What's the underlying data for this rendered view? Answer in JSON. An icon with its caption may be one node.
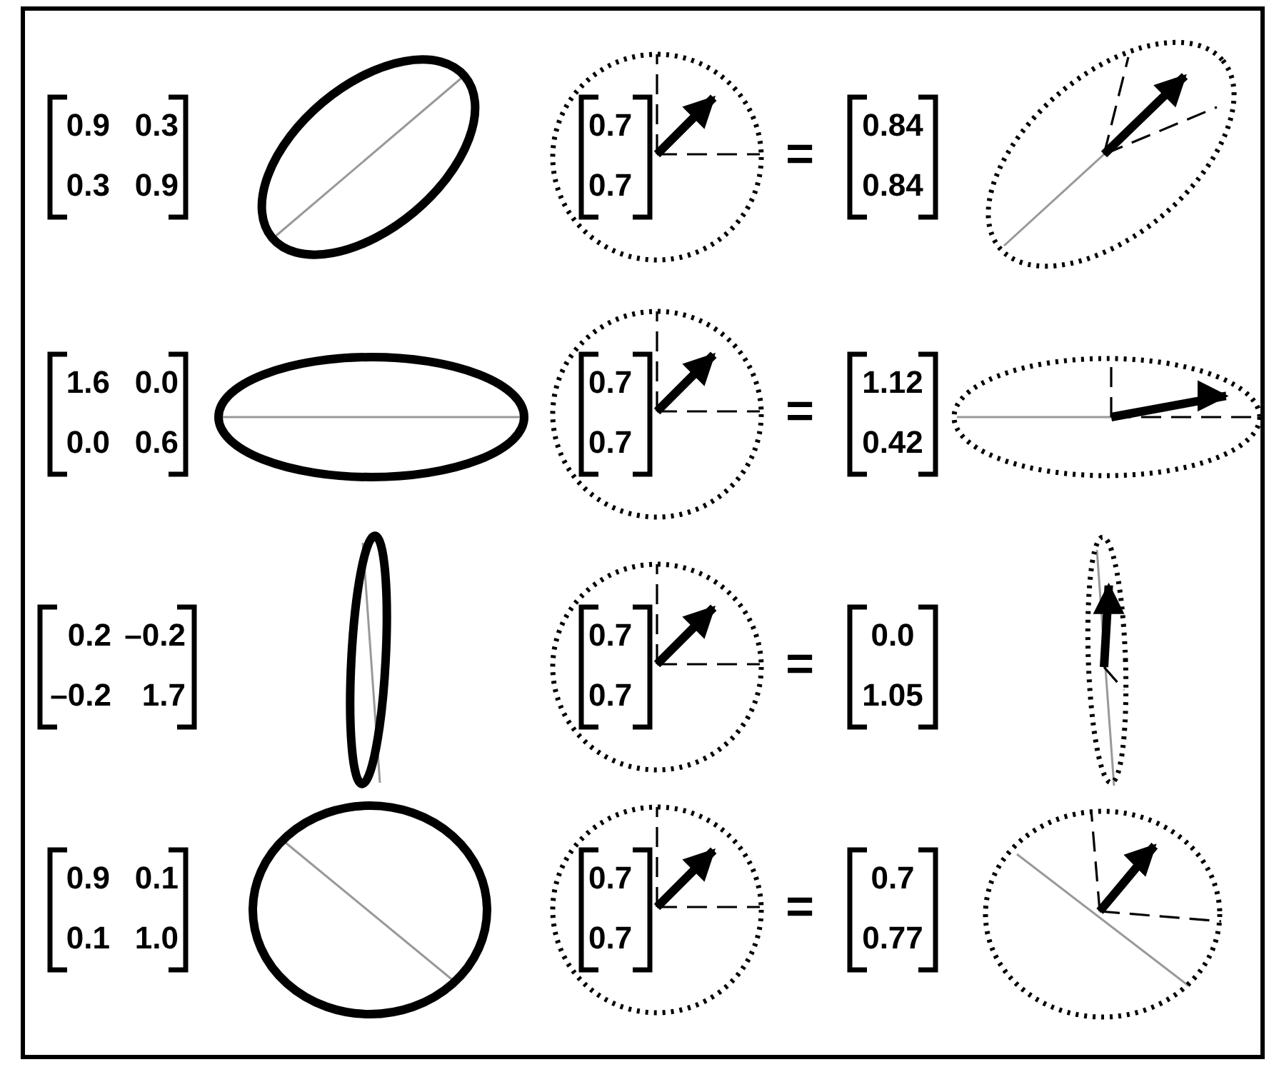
{
  "diagram": {
    "labels": [
      "0.9",
      "0.3",
      "0.3",
      "0.9",
      "0.7",
      "0.7",
      "=",
      "0.84",
      "0.84",
      "1.6",
      "0.0",
      "0.0",
      "0.6",
      "0.7",
      "0.7",
      "=",
      "1.12",
      "0.42",
      "0.2",
      "–0.2",
      "–0.2",
      "1.7",
      "0.7",
      "0.7",
      "=",
      "0.0",
      "1.05",
      "0.9",
      "0.1",
      "0.1",
      "1.0",
      "0.7",
      "0.7",
      "=",
      "0.7",
      "0.77"
    ]
  }
}
